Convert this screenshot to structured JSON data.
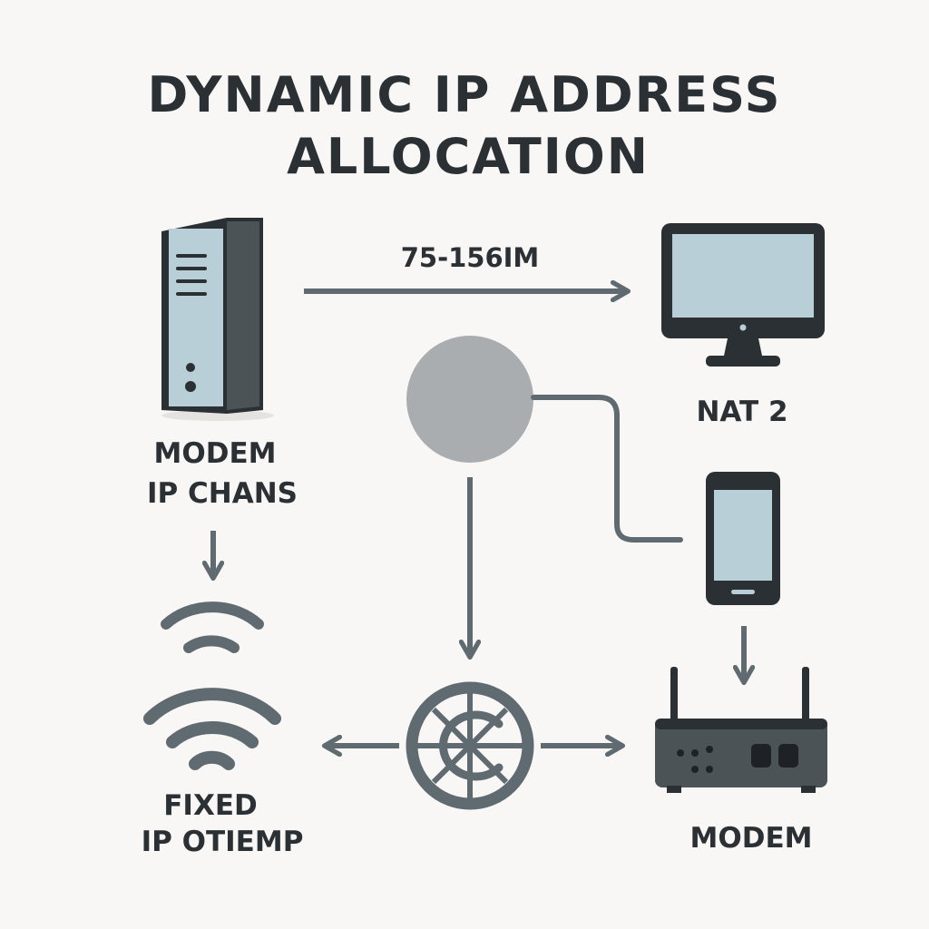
{
  "title": {
    "line1": "DYNAMIC IP ADDRESS",
    "line2": "ALLOCATION"
  },
  "nodes": {
    "server": {
      "label1": "MODEM",
      "label2": "IP CHANS",
      "icon": "server-tower-icon"
    },
    "monitor": {
      "label": "NAT 2",
      "icon": "monitor-icon"
    },
    "wifi": {
      "label1": "FIXED",
      "label2": "IP OTIEMP",
      "icon": "wifi-icon"
    },
    "router": {
      "label": "MODEM",
      "icon": "router-icon"
    },
    "phone": {
      "icon": "smartphone-icon"
    },
    "hub": {
      "icon": "circle-node-icon"
    },
    "globe": {
      "icon": "globe-icon"
    }
  },
  "arrows": {
    "top_label": "75-156IM"
  },
  "colors": {
    "background": "#f8f7f5",
    "dark": "#2b3034",
    "line": "#5f6b70",
    "screen": "#b9cfd8",
    "hub": "#a9adaf"
  }
}
